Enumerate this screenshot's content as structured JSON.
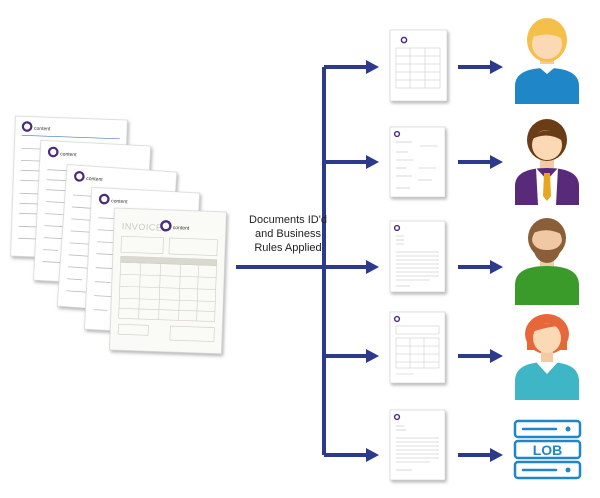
{
  "flow_label": {
    "line1": "Documents ID'd",
    "line2": "and Business",
    "line3": "Rules Applied"
  },
  "colors": {
    "arrow": "#2b3a8c",
    "logo_purple": "#4b2a7a",
    "paper_shadow": "#9a9a9a",
    "person_blue": "#1f86c8",
    "person_purple": "#5a2a7a",
    "person_green": "#3a9a2a",
    "person_teal": "#3fb6c6",
    "server_blue": "#1f86c8"
  },
  "stack_docs": {
    "brand": "content",
    "invoice_title": "INVOICE"
  },
  "recipients": [
    {
      "icon": "person-blonde-icon"
    },
    {
      "icon": "person-businessman-icon"
    },
    {
      "icon": "person-bearded-icon"
    },
    {
      "icon": "person-redhead-icon"
    },
    {
      "icon": "server-lob-icon",
      "label": "LOB"
    }
  ]
}
